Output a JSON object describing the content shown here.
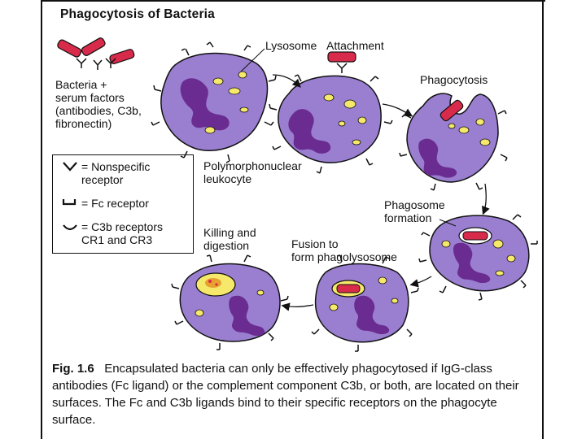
{
  "title": "Phagocytosis of Bacteria",
  "labels": {
    "bacteria": "Bacteria +\nserum factors\n(antibodies, C3b,\nfibronectin)",
    "lysosome": "Lysosome",
    "attachment": "Attachment",
    "phagocytosis": "Phagocytosis",
    "pmn": "Polymorphonuclear\nleukocyte",
    "phagosome": "Phagosome\nformation",
    "fusion": "Fusion to\nform phagolysosome",
    "killing": "Killing and\ndigestion"
  },
  "legend": {
    "nonspecific": "= Nonspecific\n   receptor",
    "fc": "= Fc receptor",
    "c3b": "= C3b receptors\n   CR1 and CR3"
  },
  "caption": {
    "fig": "Fig. 1.6",
    "text": "Encapsulated bacteria can only be effectively phagocytosed if IgG-class antibodies (Fc ligand) or the complement component C3b, or both, are located on their surfaces. The Fc and C3b ligands bind to their specific receptors on the phagocyte surface."
  },
  "colors": {
    "cell": "#9a7fd0",
    "nucleus": "#6b2c91",
    "granule": "#f5e86a",
    "bacterium": "#d82a4a",
    "digest": "#e8a030"
  }
}
